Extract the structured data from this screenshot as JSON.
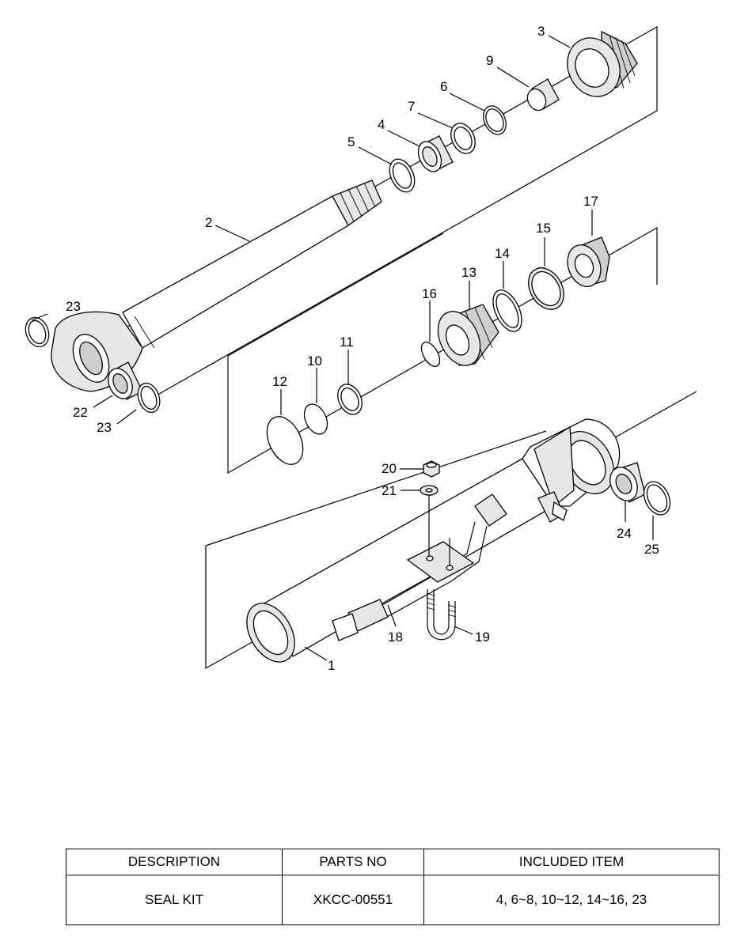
{
  "diagram": {
    "callouts": [
      {
        "id": "c1",
        "label": "1"
      },
      {
        "id": "c2",
        "label": "2"
      },
      {
        "id": "c3",
        "label": "3"
      },
      {
        "id": "c4",
        "label": "4"
      },
      {
        "id": "c5",
        "label": "5"
      },
      {
        "id": "c6",
        "label": "6"
      },
      {
        "id": "c7",
        "label": "7"
      },
      {
        "id": "c9",
        "label": "9"
      },
      {
        "id": "c10",
        "label": "10"
      },
      {
        "id": "c11",
        "label": "11"
      },
      {
        "id": "c12",
        "label": "12"
      },
      {
        "id": "c13",
        "label": "13"
      },
      {
        "id": "c14",
        "label": "14"
      },
      {
        "id": "c15",
        "label": "15"
      },
      {
        "id": "c16",
        "label": "16"
      },
      {
        "id": "c17",
        "label": "17"
      },
      {
        "id": "c18",
        "label": "18"
      },
      {
        "id": "c19",
        "label": "19"
      },
      {
        "id": "c20",
        "label": "20"
      },
      {
        "id": "c21",
        "label": "21"
      },
      {
        "id": "c22",
        "label": "22"
      },
      {
        "id": "c23a",
        "label": "23"
      },
      {
        "id": "c23b",
        "label": "23"
      },
      {
        "id": "c24",
        "label": "24"
      },
      {
        "id": "c25",
        "label": "25"
      }
    ]
  },
  "table": {
    "headers": [
      "DESCRIPTION",
      "PARTS NO",
      "INCLUDED ITEM"
    ],
    "rows": [
      [
        "SEAL KIT",
        "XKCC-00551",
        "4, 6~8, 10~12, 14~16, 23"
      ]
    ]
  }
}
